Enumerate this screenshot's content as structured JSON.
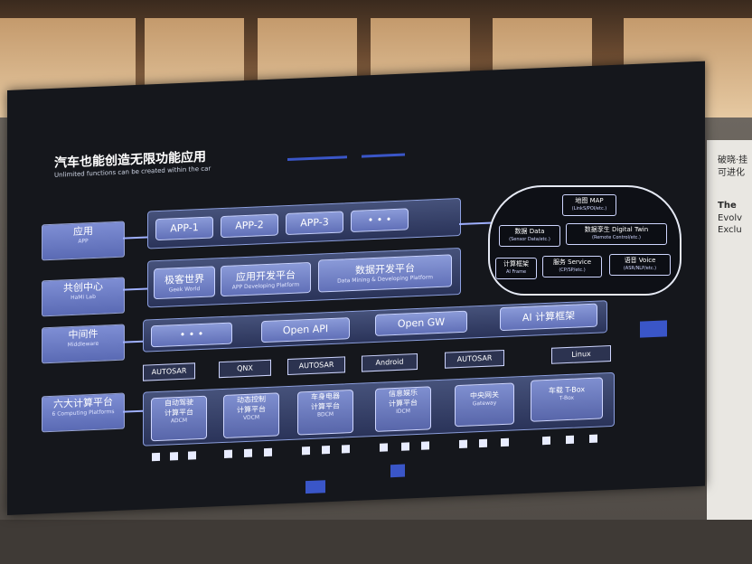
{
  "slide": {
    "title": "汽车也能创造无限功能应用",
    "subtitle": "Unlimited functions can be created within the car"
  },
  "layers": [
    {
      "zh": "应用",
      "en": "APP"
    },
    {
      "zh": "共创中心",
      "en": "HaMi Lab"
    },
    {
      "zh": "中间件",
      "en": "Middleware"
    },
    {
      "zh": "六大计算平台",
      "en": "6 Computing Platforms"
    }
  ],
  "apps": [
    "APP-1",
    "APP-2",
    "APP-3",
    "• • •"
  ],
  "cocreate": [
    {
      "zh": "极客世界",
      "en": "Geek World"
    },
    {
      "zh": "应用开发平台",
      "en": "APP Developing Platform"
    },
    {
      "zh": "数据开发平台",
      "en": "Data Mining & Developing Platform"
    }
  ],
  "middleware": [
    "• • •",
    "Open API",
    "Open GW",
    "AI 计算框架"
  ],
  "os": [
    "AUTOSAR",
    "QNX",
    "AUTOSAR",
    "Android",
    "AUTOSAR",
    "Linux"
  ],
  "platforms": [
    {
      "zh1": "自动驾驶",
      "zh2": "计算平台",
      "code": "ADCM"
    },
    {
      "zh1": "动态控制",
      "zh2": "计算平台",
      "code": "VDCM"
    },
    {
      "zh1": "车身电器",
      "zh2": "计算平台",
      "code": "BDCM"
    },
    {
      "zh1": "信息娱乐",
      "zh2": "计算平台",
      "code": "IDCM"
    },
    {
      "zh1": "中央网关",
      "zh2": "",
      "code": "Gateway"
    },
    {
      "zh1": "车载 T-Box",
      "zh2": "",
      "code": "T-Box"
    }
  ],
  "cloud": [
    {
      "zh": "地图 MAP",
      "en": "(LinkS/POI/etc.)"
    },
    {
      "zh": "数据 Data",
      "en": "(Sensor Data/etc.)"
    },
    {
      "zh": "数据孪生 Digital Twin",
      "en": "(Remote Control/etc.)"
    },
    {
      "zh": "计算框架",
      "en": "AI Frame"
    },
    {
      "zh": "服务 Service",
      "en": "(CP/SP/etc.)"
    },
    {
      "zh": "语音 Voice",
      "en": "(ASR/NLP/etc.)"
    }
  ],
  "side": {
    "line1": "破晓·挂",
    "line2": "可进化",
    "line3": "The",
    "line4": "Evolv",
    "line5": "Exclu"
  }
}
